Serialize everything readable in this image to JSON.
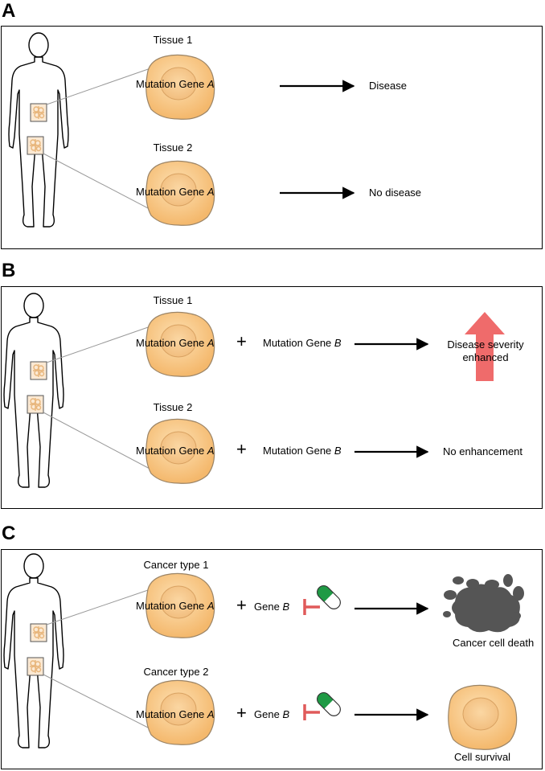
{
  "panels": {
    "A": {
      "letter": "A",
      "rows": [
        {
          "title": "Tissue 1",
          "cell_label": "Mutation Gene",
          "gene_a": "A",
          "outcome": "Disease"
        },
        {
          "title": "Tissue 2",
          "cell_label": "Mutation Gene",
          "gene_a": "A",
          "outcome": "No disease"
        }
      ]
    },
    "B": {
      "letter": "B",
      "rows": [
        {
          "title": "Tissue 1",
          "cell_label": "Mutation Gene",
          "gene_a": "A",
          "plus": "+",
          "second_label": "Mutation Gene",
          "gene_b": "B",
          "outcome_line1": "Disease severity",
          "outcome_line2": "enhanced"
        },
        {
          "title": "Tissue 2",
          "cell_label": "Mutation Gene",
          "gene_a": "A",
          "plus": "+",
          "second_label": "Mutation Gene",
          "gene_b": "B",
          "outcome": "No enhancement"
        }
      ]
    },
    "C": {
      "letter": "C",
      "rows": [
        {
          "title": "Cancer type 1",
          "cell_label": "Mutation Gene",
          "gene_a": "A",
          "plus": "+",
          "second_label": "Gene",
          "gene_b": "B",
          "outcome": "Cancer cell death"
        },
        {
          "title": "Cancer type 2",
          "cell_label": "Mutation Gene",
          "gene_a": "A",
          "plus": "+",
          "second_label": "Gene",
          "gene_b": "B",
          "outcome": "Cell survival"
        }
      ]
    }
  },
  "colors": {
    "cell_fill": "#f7c98a",
    "cell_stroke": "#a08a6a",
    "enhance_arrow": "#ef6b6b",
    "inhibitor": "#e05a5a",
    "pill_green": "#1f9a45",
    "dead_cell": "#555555"
  },
  "icons": [
    "human-figure-icon",
    "tissue-box-icon",
    "cell-icon",
    "arrow-right-icon",
    "red-up-arrow-icon",
    "inhibitor-icon",
    "pill-icon",
    "dead-cell-icon"
  ]
}
